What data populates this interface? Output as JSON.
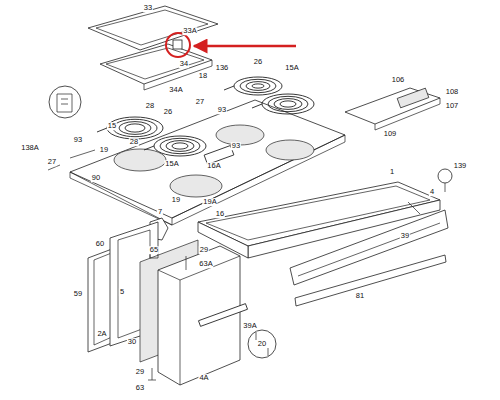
{
  "diagram": {
    "labels": [
      "33",
      "33A",
      "34",
      "34A",
      "18",
      "136",
      "26",
      "15A",
      "27",
      "93",
      "106",
      "108",
      "107",
      "109",
      "138A",
      "93",
      "27",
      "28",
      "26",
      "15",
      "28",
      "15A",
      "16A",
      "93",
      "19",
      "19",
      "90",
      "19A",
      "16",
      "1",
      "139",
      "4",
      "7",
      "39",
      "81",
      "65",
      "29",
      "63A",
      "60",
      "59",
      "5",
      "2A",
      "30",
      "39A",
      "20",
      "29",
      "63",
      "4A"
    ]
  }
}
